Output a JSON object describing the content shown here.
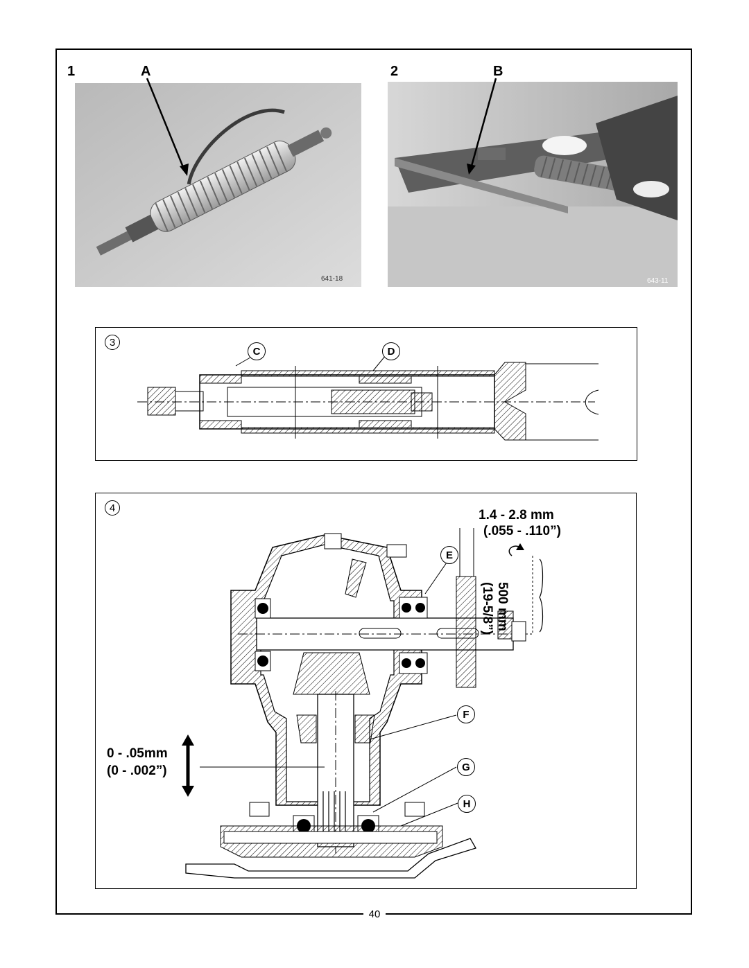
{
  "page_number": "40",
  "figure1": {
    "number": "1",
    "callout": "A",
    "photo_code": "641-18"
  },
  "figure2": {
    "number": "2",
    "callout": "B",
    "photo_code": "643-11"
  },
  "figure3": {
    "number": "3",
    "callouts": {
      "c": "C",
      "d": "D"
    }
  },
  "figure4": {
    "number": "4",
    "callouts": {
      "e": "E",
      "f": "F",
      "g": "G",
      "h": "H"
    },
    "backlash_mm": "1.4 - 2.8 mm",
    "backlash_in": "(.055 - .110”)",
    "radius_mm": "500 mm",
    "radius_in": "(19-5/8”)",
    "endplay_mm": "0 - .05mm",
    "endplay_in": "(0 - .002”)"
  }
}
